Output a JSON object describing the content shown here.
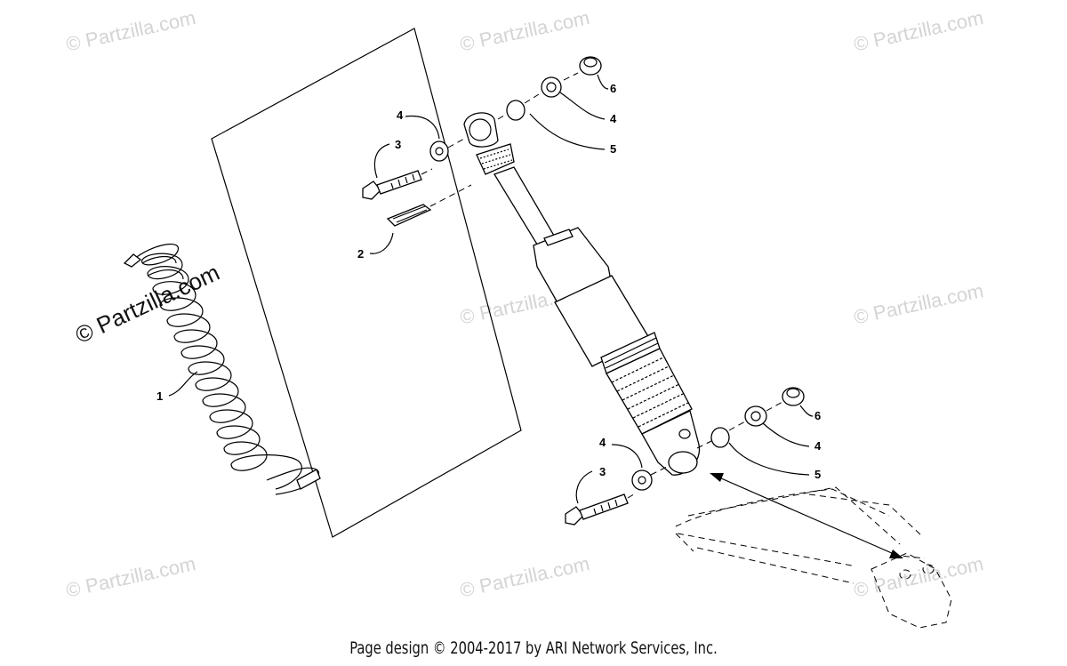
{
  "watermark": {
    "text": "© Partzilla.com",
    "center_text": "© Partzilla.com"
  },
  "callouts": {
    "c1": "1",
    "c2": "2",
    "c3_top": "3",
    "c4_top_left": "4",
    "c5_top": "5",
    "c4_top_right": "4",
    "c6_top": "6",
    "c3_bottom": "3",
    "c4_bottom_left": "4",
    "c5_bottom": "5",
    "c4_bottom_right": "4",
    "c6_bottom": "6"
  },
  "footer": {
    "text": "Page design © 2004-2017 by ARI Network Services, Inc."
  }
}
